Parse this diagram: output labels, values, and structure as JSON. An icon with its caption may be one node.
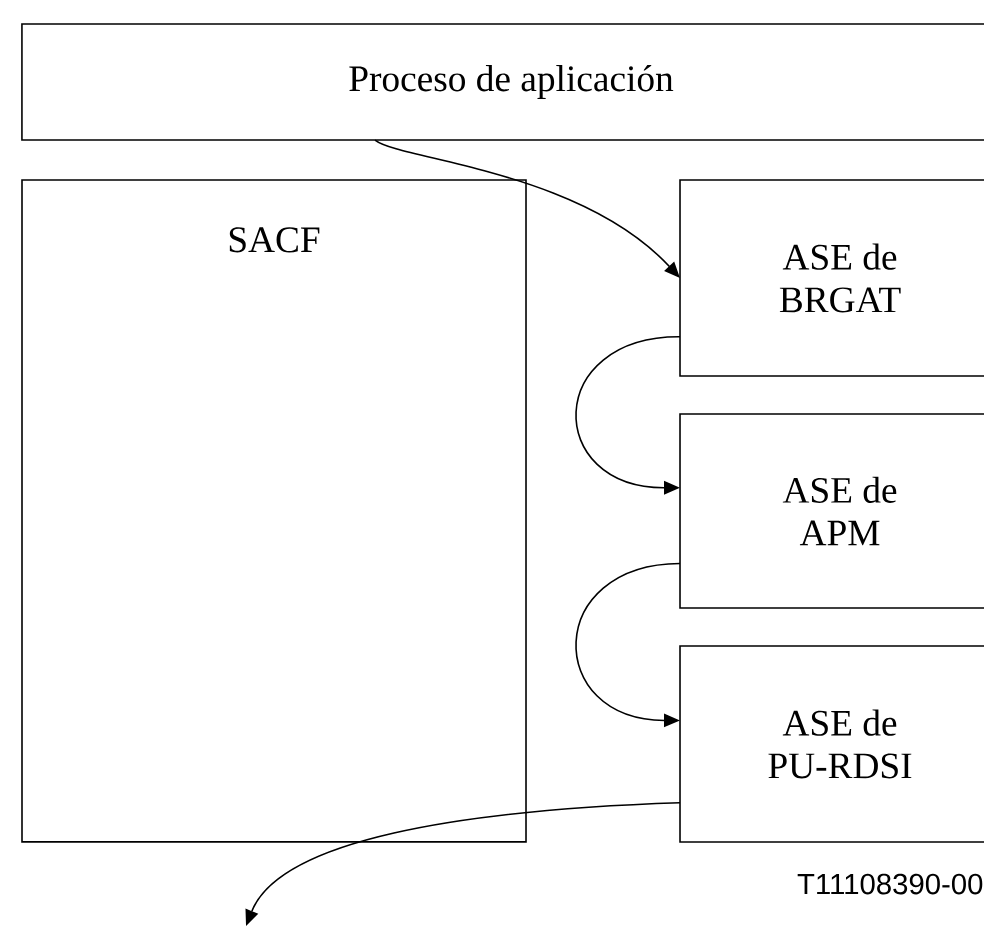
{
  "diagram": {
    "nodes": [
      {
        "text": [
          "Proceso de aplicación"
        ]
      },
      {
        "text": [
          "SACF"
        ]
      },
      {
        "text": [
          "ASE de BRGAT"
        ]
      },
      {
        "text": [
          "ASE de APM"
        ]
      },
      {
        "text": [
          "ASE de PU-RDSI"
        ]
      }
    ],
    "edges": [
      {
        "from": 0,
        "to": 2,
        "arrow": "to"
      },
      {
        "from": 2,
        "to": 3,
        "arrow": "to"
      },
      {
        "from": 3,
        "to": 4,
        "arrow": "to"
      },
      {
        "from": 4,
        "to": null,
        "arrow": "to"
      }
    ],
    "labels": [
      "T11108390-00"
    ]
  }
}
